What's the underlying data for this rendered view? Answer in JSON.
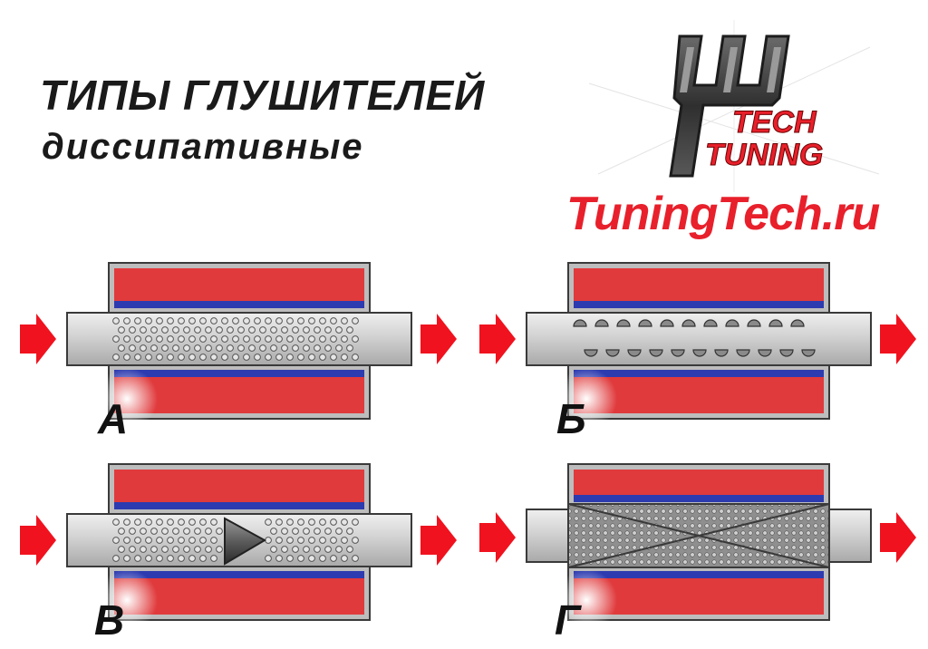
{
  "header": {
    "title": "ТИПЫ ГЛУШИТЕЛЕЙ",
    "subtitle": "диссипативные"
  },
  "logo": {
    "text_tech": "TECH",
    "text_tuning": "TUNING",
    "website": "TuningTech.ru"
  },
  "panels": [
    {
      "id": "a",
      "label": "А"
    },
    {
      "id": "b",
      "label": "Б"
    },
    {
      "id": "v",
      "label": "В"
    },
    {
      "id": "g",
      "label": "Г"
    }
  ],
  "colors": {
    "insulation": "#e03a3c",
    "liner": "#2d3bb0",
    "casing": "#bdbdbd",
    "pipe": "#d6d6d6",
    "arrow": "#f0121e",
    "site_text": "#e8202b"
  }
}
